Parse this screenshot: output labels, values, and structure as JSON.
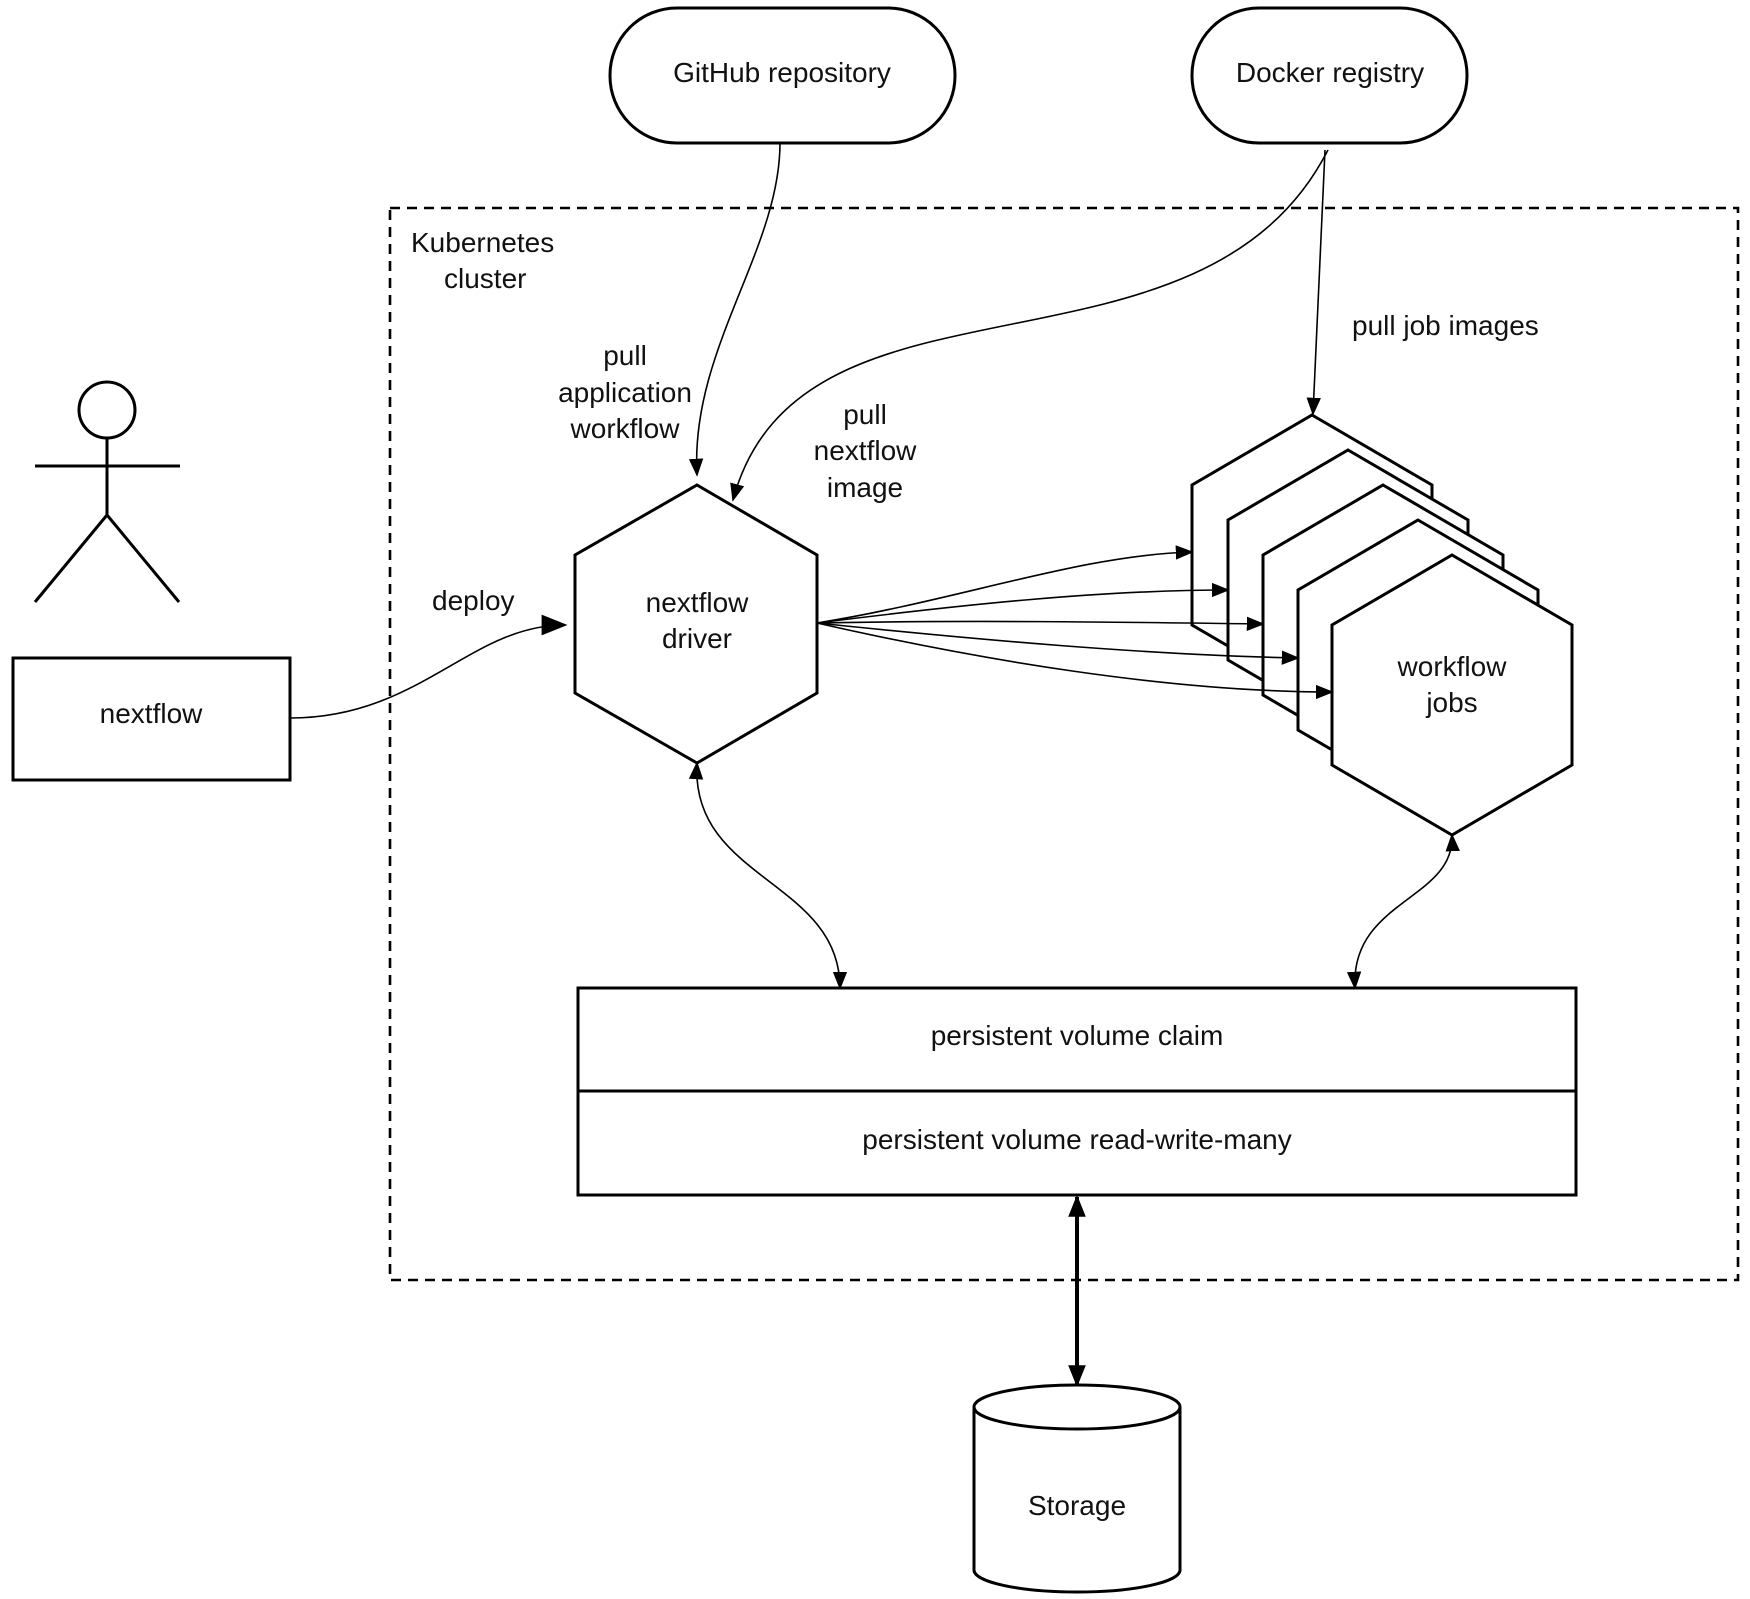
{
  "nodes": {
    "github": {
      "label": "GitHub repository"
    },
    "docker": {
      "label": "Docker registry"
    },
    "cluster": {
      "label_line1": "Kubernetes",
      "label_line2": "cluster"
    },
    "nextflow_client": {
      "label": "nextflow"
    },
    "driver": {
      "label_line1": "nextflow",
      "label_line2": "driver"
    },
    "jobs": {
      "label_line1": "workflow",
      "label_line2": "jobs"
    },
    "pvc": {
      "label": "persistent volume claim"
    },
    "pv": {
      "label": "persistent volume read-write-many"
    },
    "storage": {
      "label": "Storage"
    }
  },
  "edges": {
    "pull_workflow": {
      "line1": "pull",
      "line2": "application",
      "line3": "workflow"
    },
    "pull_image": {
      "line1": "pull",
      "line2": "nextflow",
      "line3": "image"
    },
    "pull_jobs": {
      "label": "pull job images"
    },
    "deploy": {
      "label": "deploy"
    }
  },
  "actor": {
    "icon": "stick-figure-user-icon"
  }
}
